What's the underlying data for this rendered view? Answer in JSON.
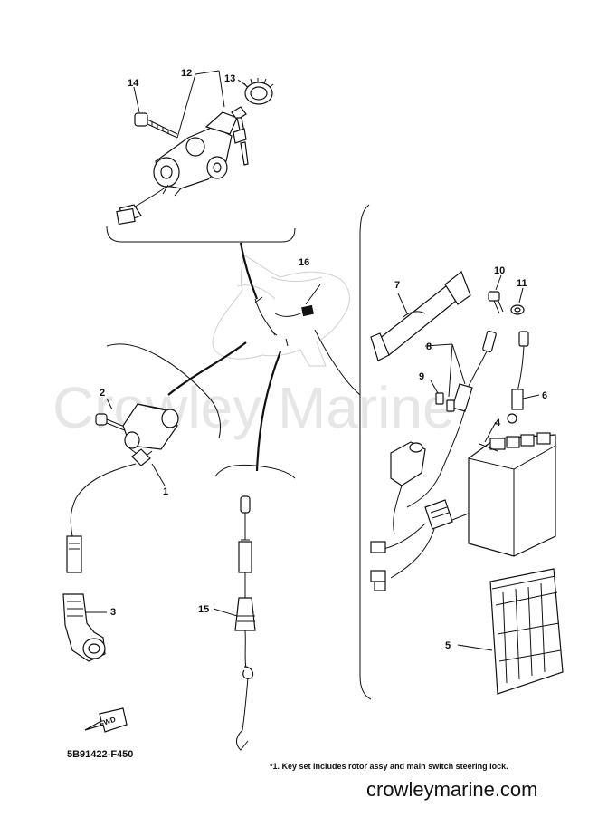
{
  "watermark": "Crowley Marine",
  "diagram_code": "5B91422-F450",
  "footnote": "*1. Key set includes rotor assy and main switch steering lock.",
  "site": "crowleymarine.com",
  "fwd_label": "FWD",
  "callouts": {
    "n1": "1",
    "n2": "2",
    "n3": "3",
    "n4": "4",
    "n5": "5",
    "n6": "6",
    "n7": "7",
    "n8": "8",
    "n9": "9",
    "n10": "10",
    "n11": "11",
    "n12": "12",
    "n13": "13",
    "n14": "14",
    "n15": "15",
    "n16": "16"
  }
}
